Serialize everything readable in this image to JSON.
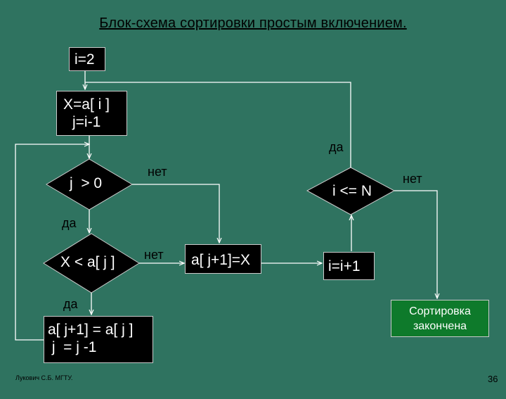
{
  "title": "Блок-схема сортировки простым включением.",
  "nodes": {
    "init": "i=2",
    "assign_line1": "X=a[ i ]",
    "assign_line2": "j=i-1",
    "cond_j": "j  > 0",
    "cond_x": "X < a[ j ]",
    "shift_line1": "a[ j+1] = a[ j ]",
    "shift_line2": " j  = j -1",
    "insert": "a[ j+1]=X",
    "cond_i": "i <= N",
    "increment": "i=i+1",
    "end_line1": "Сортировка",
    "end_line2": "закончена"
  },
  "labels": {
    "yes_top": "да",
    "no_cond_j": "нет",
    "no_cond_i": "нет",
    "yes_cond_j": "да",
    "no_cond_x": "нет",
    "yes_cond_x": "да"
  },
  "footer": "Лукович С.Б. МГТУ.",
  "page_number": "36",
  "colors": {
    "background": "#2f7360",
    "block": "#000000",
    "end_block": "#0e7a2b",
    "lines": "#ffffff"
  }
}
